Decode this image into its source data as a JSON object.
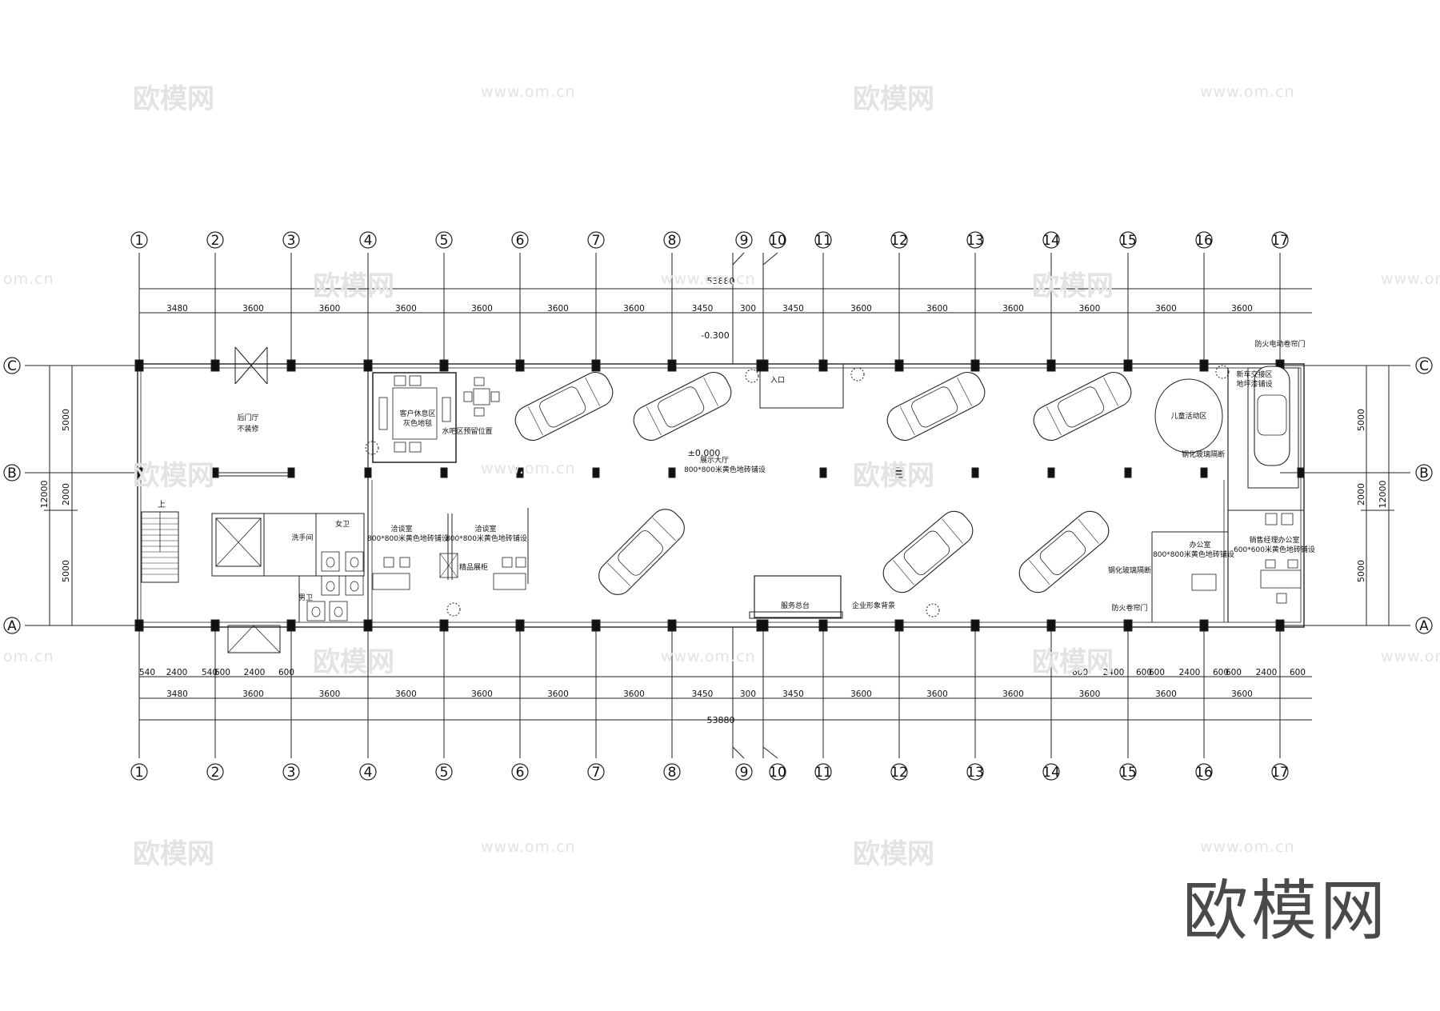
{
  "watermarks": {
    "brand_cn": "欧模网",
    "url": "www.om.cn",
    "url_short": "om.cn"
  },
  "brand_logo": "欧模网",
  "grid": {
    "vertical_axes": [
      "1",
      "2",
      "3",
      "4",
      "5",
      "6",
      "7",
      "8",
      "9",
      "10",
      "11",
      "12",
      "13",
      "14",
      "15",
      "16",
      "17"
    ],
    "horizontal_axes": [
      "C",
      "B",
      "A"
    ]
  },
  "dimensions": {
    "top_total": "53880",
    "top_spans": [
      "3480",
      "3600",
      "3600",
      "3600",
      "3600",
      "3600",
      "3600",
      "3450",
      "300",
      "3450",
      "3600",
      "3600",
      "3600",
      "3600",
      "3600",
      "3600"
    ],
    "bottom_detail": [
      "540",
      "2400",
      "540",
      "600",
      "2400",
      "600",
      "600",
      "2400",
      "600",
      "600",
      "2400",
      "600",
      "600",
      "2400",
      "600"
    ],
    "bottom_spans": [
      "3480",
      "3600",
      "3600",
      "3600",
      "3600",
      "3600",
      "3600",
      "3450",
      "300",
      "3450",
      "3600",
      "3600",
      "3600",
      "3600",
      "3600",
      "3600"
    ],
    "bottom_total": "53880",
    "left_total": "12000",
    "left_spans": [
      "5000",
      "2000",
      "5000"
    ],
    "right_total": "12000",
    "right_spans": [
      "5000",
      "2000",
      "5000"
    ]
  },
  "labels": {
    "elevation_outside": "-0.300",
    "elevation_floor": "±0.000",
    "entrance": "入口",
    "rear_hall": "后门厅",
    "rear_hall_note": "不装修",
    "customer_lounge": "客户休息区",
    "customer_lounge_note": "灰色地毯",
    "water_bar": "水吧区预留位置",
    "showroom": "展示大厅",
    "showroom_note": "800*800米黄色地砖铺设",
    "kids_area": "儿童活动区",
    "glass_partition_right": "钢化玻璃隔断",
    "delivery_area": "新车交接区",
    "delivery_note": "地坪漆铺设",
    "fire_door_top": "防火电动卷帘门",
    "restroom": "洗手间",
    "female": "女卫",
    "male": "男卫",
    "negotiation_1": "洽谈室",
    "negotiation_1_note": "800*800米黄色地砖铺设",
    "negotiation_2": "洽谈室",
    "negotiation_2_note": "800*800米黄色地砖铺设",
    "product_display": "精品展柜",
    "service_desk": "服务总台",
    "brand_wall": "企业形象背景",
    "office": "办公室",
    "office_note": "800*800米黄色地砖铺设",
    "sales_office": "销售经理办公室",
    "sales_office_note": "600*600米黄色地砖铺设",
    "glass_partition_bottom": "钢化玻璃隔断",
    "fire_shutter_bottom": "防火卷帘门",
    "stairs_up": "上"
  }
}
